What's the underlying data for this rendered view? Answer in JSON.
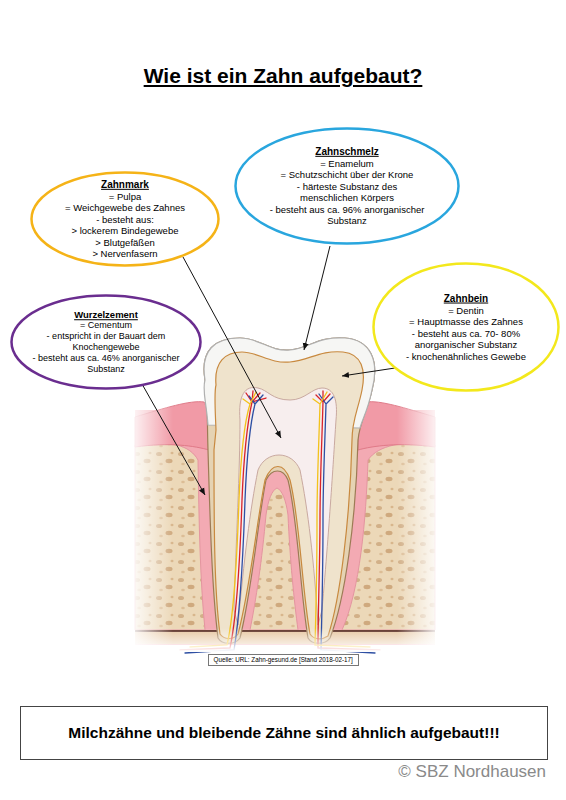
{
  "diagram": {
    "title": "Wie ist ein Zahn aufgebaut?",
    "nodes": [
      {
        "text": [
          "Zahnschmelz",
          "= Enamelum",
          "= Schutzschicht über der Krone",
          "- härteste Substanz des menschlichen Körpers",
          "- besteht aus ca. 96% anorganischer Substanz"
        ]
      },
      {
        "text": [
          "Zahnmark",
          "= Pulpa",
          "= Weichgewebe des Zahnes",
          "- besteht aus:",
          "> lockerem Bindegewebe",
          "> Blutgefäßen",
          "> Nervenfasern"
        ]
      },
      {
        "text": [
          "Zahnbein",
          "= Dentin",
          "= Hauptmasse des Zahnes",
          "- besteht aus ca. 70- 80% anorganischer Substanz",
          "- knochenähnliches Gewebe"
        ]
      },
      {
        "text": [
          "Wurzelzement",
          "= Cementum",
          "- entspricht in der Bauart dem Knochengewebe",
          "- besteht aus ca. 46% anorganischer Substanz"
        ]
      },
      {
        "text": [
          "Quelle: URL: Zahn-gesund.de [Stand 2018-02-17]"
        ]
      },
      {
        "text": [
          "Milchzähne und bleibende Zähne sind ähnlich aufgebaut!!!"
        ]
      }
    ],
    "labels": [
      "© SBZ Nordhausen"
    ]
  }
}
